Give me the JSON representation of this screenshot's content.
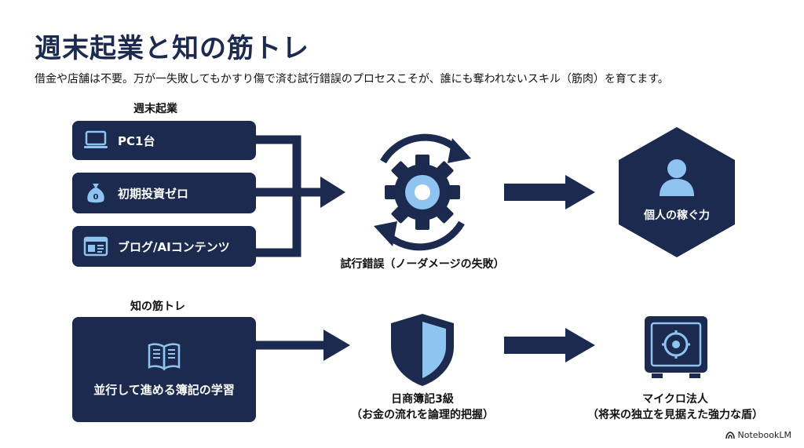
{
  "title": "週末起業と知の筋トレ",
  "subtitle": "借金や店舗は不要。万が一失敗してもかすり傷で済む試行錯誤のプロセスこそが、誰にも奪われないスキル（筋肉）を育てます。",
  "top": {
    "section_label": "週末起業",
    "inputs": [
      {
        "label": "PC1台",
        "icon": "laptop-icon"
      },
      {
        "label": "初期投資ゼロ",
        "icon": "money-bag-icon"
      },
      {
        "label": "ブログ/AIコンテンツ",
        "icon": "browser-window-icon"
      }
    ],
    "process_caption": "試行錯誤（ノーダメージの失敗）",
    "process_icon": "cycling-gear-icon",
    "result_label": "個人の稼ぐ力",
    "result_icon": "person-icon"
  },
  "bottom": {
    "section_label": "知の筋トレ",
    "input_label": "並行して進める簿記の学習",
    "input_icon": "open-book-icon",
    "process_caption_line1": "日商簿記3級",
    "process_caption_line2": "（お金の流れを論理的把握）",
    "process_icon": "shield-icon",
    "result_caption_line1": "マイクロ法人",
    "result_caption_line2": "（将来の独立を見据えた強力な盾）",
    "result_icon": "safe-icon"
  },
  "brand": "NotebookLM",
  "colors": {
    "navy": "#1b2a4e",
    "light_blue": "#8fc3f0",
    "white": "#ffffff"
  }
}
